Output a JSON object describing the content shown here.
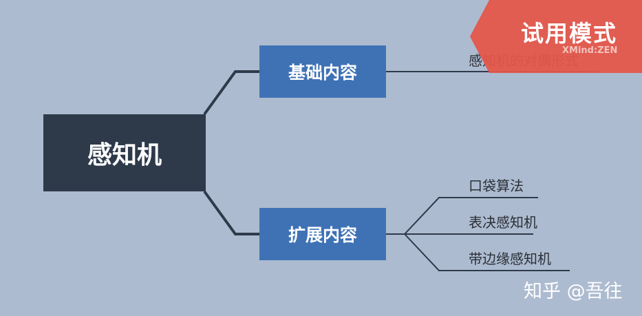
{
  "root": {
    "label": "感知机"
  },
  "branches": [
    {
      "label": "基础内容",
      "children": [
        "感知机的对偶形式"
      ]
    },
    {
      "label": "扩展内容",
      "children": [
        "口袋算法",
        "表决感知机",
        "带边缘感知机"
      ]
    }
  ],
  "trial_badge": {
    "text": "试用模式",
    "brand": "XMind:ZEN"
  },
  "watermark": "知乎 @吾往",
  "colors": {
    "background": "#adbbd0",
    "root_fill": "#2e3a4a",
    "branch_fill": "#3f72b5",
    "connector": "#2e3a4a",
    "trial_badge": "#e4564a"
  }
}
